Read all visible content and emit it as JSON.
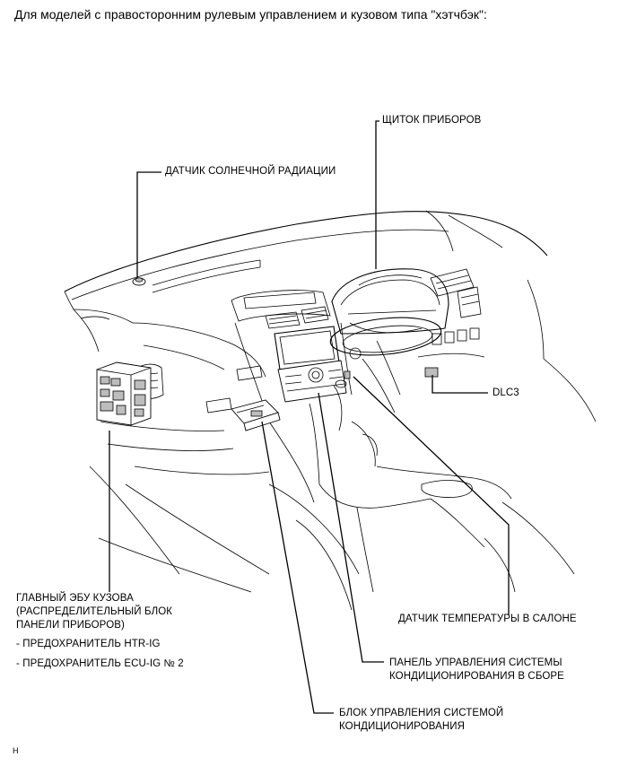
{
  "heading": "Для моделей с правосторонним рулевым управлением и кузовом типа \"хэтчбэк\":",
  "labels": {
    "instrument_panel": "ЩИТОК ПРИБОРОВ",
    "solar_sensor": "ДАТЧИК СОЛНЕЧНОЙ РАДИАЦИИ",
    "dlc3": "DLC3",
    "main_body_ecu": {
      "line1": "ГЛАВНЫЙ ЭБУ КУЗОВА",
      "line2": "(РАСПРЕДЕЛИТЕЛЬНЫЙ БЛОК",
      "line3": "ПАНЕЛИ ПРИБОРОВ)",
      "fuse1": "- ПРЕДОХРАНИТЕЛЬ HTR-IG",
      "fuse2": "- ПРЕДОХРАНИТЕЛЬ ECU-IG № 2"
    },
    "room_temp_sensor": "ДАТЧИК ТЕМПЕРАТУРЫ В САЛОНЕ",
    "ac_control_panel": {
      "line1": "ПАНЕЛЬ УПРАВЛЕНИЯ СИСТЕМЫ",
      "line2": "КОНДИЦИОНИРОВАНИЯ В СБОРЕ"
    },
    "ac_control_unit": {
      "line1": "БЛОК УПРАВЛЕНИЯ СИСТЕМОЙ",
      "line2": "КОНДИЦИОНИРОВАНИЯ"
    }
  },
  "footer_code": "H"
}
